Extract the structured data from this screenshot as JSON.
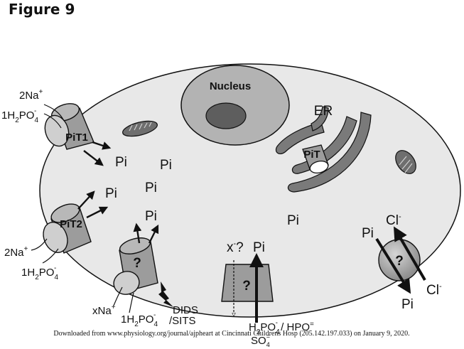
{
  "figure_title": "Figure 9",
  "labels": {
    "nucleus": "Nucleus",
    "er": "ER",
    "pit": "PiT",
    "pit1": "PiT1",
    "pit2": "PiT2",
    "question": "?",
    "pi": "Pi",
    "cl": "Cl",
    "cl_sup": "-",
    "two_na": "2Na",
    "x_na": "xNa",
    "plus": "+",
    "h": "1H",
    "h2": "2",
    "po": "PO",
    "po4": "4",
    "po_minus": "-",
    "x_question": "x",
    "x_q_sup": "-",
    "x_q_mark": "?",
    "dids": "DIDS",
    "sits": "/SITS",
    "h2po4_hpo4": "H",
    "hpo_part": "PO",
    "hpo_minus": "-",
    "slash_hpo": " / HPO",
    "hpo_eq": "=",
    "so4": "SO",
    "so4_sub": "4",
    "so4_sup": "="
  },
  "footer": "Downloaded from www.physiology.org/journal/ajpheart at Cincinnati Childrens Hosp (205.142.197.033) on January 9, 2020.",
  "colors": {
    "cell_fill": "#e8e8e8",
    "nucleus_fill": "#b3b3b3",
    "nucleolus_fill": "#5e5e5e",
    "er_fill": "#7a7a7a",
    "transporter_fill": "#9c9c9c",
    "outline": "#111111"
  }
}
